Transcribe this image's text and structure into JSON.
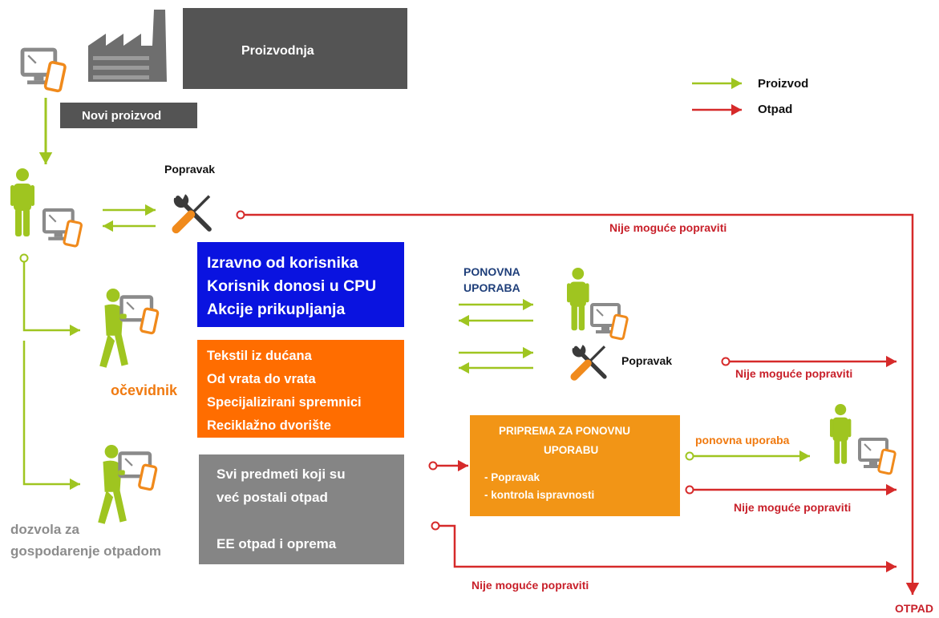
{
  "colors": {
    "product": "#9fc520",
    "waste": "#d62a2a",
    "dark_box": "#545454",
    "grey_box": "#858585",
    "blue_box": "#0a13e0",
    "orange_box": "#ff6d00",
    "amber_box": "#f29516",
    "person": "#9fc520",
    "device": "#8a8a8a",
    "phone": "#f08a1c",
    "text_dark": "#111111",
    "text_red": "#c8202a",
    "text_orange": "#f07a10",
    "text_navy": "#1f3f7a",
    "text_grey": "#8c8c8c",
    "text_green": "#9fc520"
  },
  "header": {
    "production": "Proizvodnja",
    "new_product": "Novi proizvod"
  },
  "legend": {
    "product": "Proizvod",
    "waste": "Otpad"
  },
  "repair_top": "Popravak",
  "repair_mid": "Popravak",
  "cannot_repair": {
    "top": "Nije moguće popraviti",
    "mid": "Nije moguće popraviti",
    "prep": "Nije moguće popraviti",
    "bottom": "Nije moguće popraviti"
  },
  "blue_box": {
    "lines": [
      "Izravno od korisnika",
      "Korisnik donosi u CPU",
      "Akcije prikupljanja"
    ]
  },
  "orange_box": {
    "lines": [
      "Tekstil iz dućana",
      "Od vrata do vrata",
      "Specijalizirani spremnici",
      "Reciklažno dvorište"
    ]
  },
  "grey_box": {
    "lines": [
      "Svi predmeti koji su",
      "već postali otpad",
      "",
      "EE otpad i oprema"
    ]
  },
  "reuse_label": {
    "lines": [
      "PONOVNA",
      "UPORABA"
    ]
  },
  "prep_box": {
    "title_lines": [
      "PRIPREMA ZA PONOVNU",
      "UPORABU"
    ],
    "items": [
      "- Popravak",
      "- kontrola ispravnosti"
    ]
  },
  "reuse_small": "ponovna uporaba",
  "witness": "očevidnik",
  "permit": {
    "lines": [
      "dozvola za",
      "gospodarenje otpadom"
    ]
  },
  "otpad": "OTPAD",
  "icons": {
    "factory": "factory-icon",
    "device": "computer-phone-icon",
    "person": "person-icon",
    "carrier": "person-carrying-device-icon",
    "repair": "wrench-screwdriver-icon",
    "arrow": "arrow-icon"
  }
}
